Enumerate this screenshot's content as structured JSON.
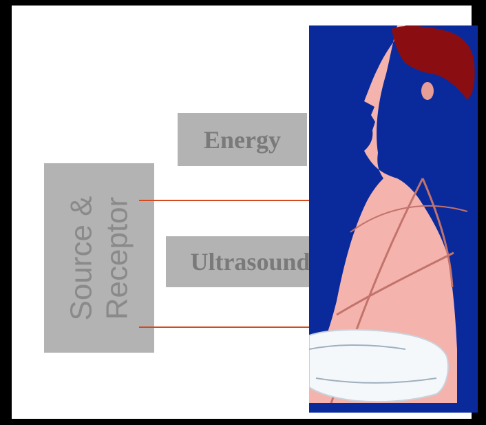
{
  "labels": {
    "energy": "Energy",
    "ultrasound": "Ultrasound",
    "source_line1": "Source &",
    "source_line2": "Receptor"
  },
  "colors": {
    "background_frame": "#000000",
    "label_box": "#b3b3b3",
    "label_text": "#7a7a7a",
    "illustration_background": "#0a2a9c",
    "skin": "#f4b3ad",
    "hair": "#8a0d12",
    "pointer_line": "#d34a1e",
    "probe_white": "#f4f8fb"
  },
  "icons": {
    "figure": "human-torso-profile-icon",
    "probe": "ultrasound-probe-icon"
  }
}
